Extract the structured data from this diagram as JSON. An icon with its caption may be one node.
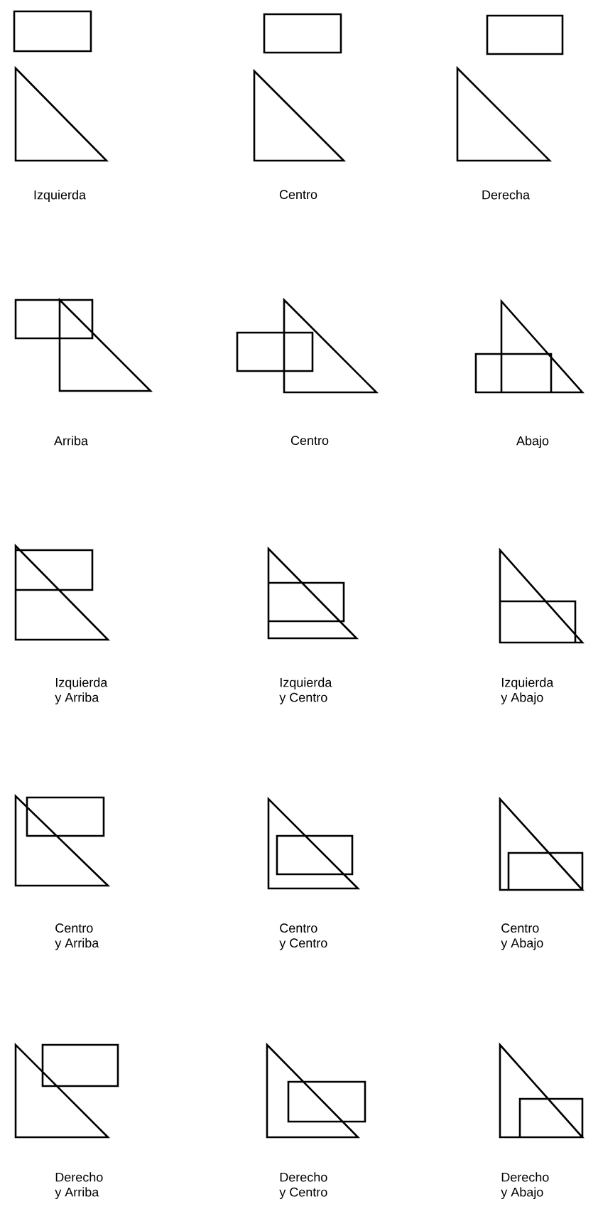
{
  "diagram": {
    "labels": [
      "Izquierda",
      "Centro",
      "Derecha",
      "Arriba",
      "Centro",
      "Abajo",
      "Izquierda y Arriba",
      "Izquierda y Centro",
      "Izquierda y Abajo",
      "Centro y Arriba",
      "Centro y Centro",
      "Centro y Abajo",
      "Derecho y Arriba",
      "Derecho y Centro",
      "Derecho y Abajo"
    ]
  }
}
